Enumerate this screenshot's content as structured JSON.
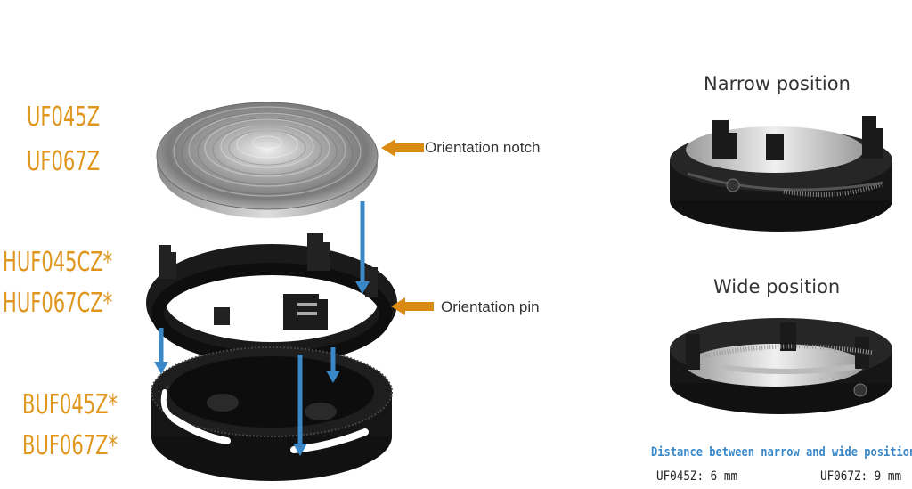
{
  "labels": {
    "lens_models": [
      "UF045Z",
      "UF067Z"
    ],
    "holder_models": [
      "HUF045CZ*",
      "HUF067CZ*"
    ],
    "base_models": [
      "BUF045Z*",
      "BUF067Z*"
    ]
  },
  "callouts": {
    "notch": "Orientation notch",
    "pin": "Orientation pin"
  },
  "positions": {
    "narrow_title": "Narrow position",
    "wide_title": "Wide position"
  },
  "distance": {
    "title": "Distance between narrow and wide positions",
    "uf045z": "UF045Z: 6 mm",
    "uf067z": "UF067Z: 9 mm"
  },
  "colors": {
    "label_orange": "#e0961c",
    "arrow_blue": "#3a88c8",
    "part_black": "#1a1a1a"
  }
}
